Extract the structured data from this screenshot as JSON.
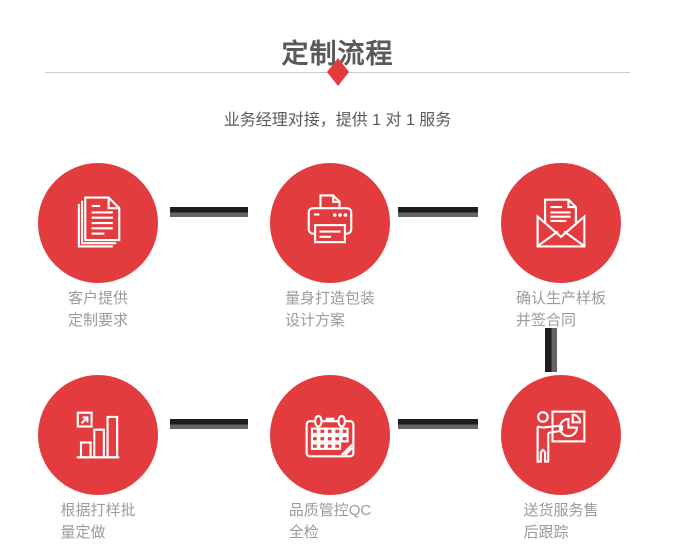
{
  "header": {
    "title": "定制流程",
    "subtitle": "业务经理对接，提供 1 对 1 服务"
  },
  "colors": {
    "accent_red": "#e23c3f",
    "title_gray": "#595959",
    "subtitle_gray": "#5a5a5a",
    "label_gray": "#9b9b9b",
    "divider_gray": "#cccccc",
    "connector_dark": "#1d1d1d",
    "connector_gray": "#646464"
  },
  "divider": {
    "icon": "diamond-icon"
  },
  "steps": [
    {
      "icon": "documents-icon",
      "line1": "客户提供",
      "line2": "定制要求"
    },
    {
      "icon": "printer-icon",
      "line1": "量身打造包装",
      "line2": "设计方案"
    },
    {
      "icon": "envelope-icon",
      "line1": "确认生产样板",
      "line2": "并签合同"
    },
    {
      "icon": "bar-chart-icon",
      "line1": "根据打样批",
      "line2": "量定做"
    },
    {
      "icon": "calendar-icon",
      "line1": "品质管控QC",
      "line2": "全检"
    },
    {
      "icon": "presentation-icon",
      "line1": "送货服务售",
      "line2": "后跟踪"
    }
  ]
}
